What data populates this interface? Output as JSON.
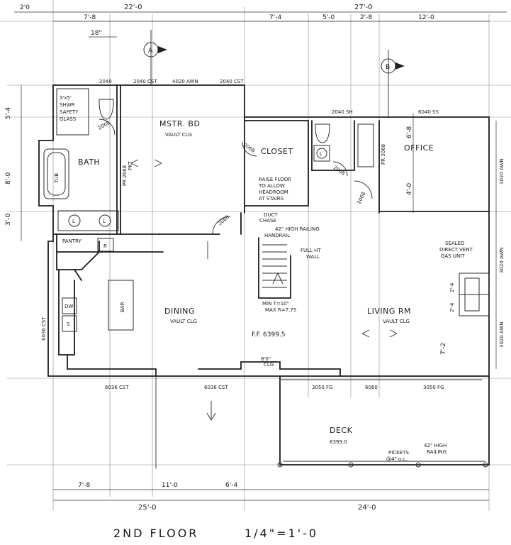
{
  "rooms": {
    "master_bedroom": {
      "name": "MSTR. BD",
      "note": "VAULT CLG"
    },
    "bath": "BATH",
    "closet": "CLOSET",
    "office": "OFFICE",
    "pantry": "PANTRY",
    "dining": {
      "name": "DINING",
      "note": "VAULT CLG"
    },
    "living": {
      "name": "LIVING RM",
      "note": "VAULT CLG"
    },
    "deck": {
      "name": "DECK",
      "elevation": "6399.0"
    }
  },
  "fixtures": {
    "tub": "TUB",
    "shower_note": [
      "3'x5'",
      "SHWR",
      "SAFETY",
      "GLASS"
    ],
    "dw": "DW",
    "range_mark": "R",
    "cooktop": "S",
    "island": "BAR"
  },
  "notes": {
    "raise_floor": [
      "RAISE FLOOR",
      "TO ALLOW",
      "HEADROOM",
      "AT STAIRS"
    ],
    "duct_chase": [
      "DUCT",
      "CHASE"
    ],
    "railing_42": [
      "42\" HIGH RAILING",
      "HANDRAIL"
    ],
    "full_ht_wall": [
      "FULL HT",
      "WALL"
    ],
    "stair_spec": [
      "MIN T=10\"",
      "MAX R=7.75"
    ],
    "floor_elev": "F.F. 6399.5",
    "opening": [
      "8'0\"",
      "CLG"
    ],
    "sealed_unit": [
      "SEALED",
      "DIRECT VENT",
      "GAS UNIT"
    ],
    "pickets": [
      "PICKETS",
      "@4\" o.c."
    ],
    "deck_railing": [
      "42\" HIGH",
      "RAILING"
    ]
  },
  "windows": {
    "w_2040_bath": "2040",
    "w_2040_cst": "2040 CST",
    "w_4020_awn": "4020 AWN",
    "w_2040_cst2": "2040 CST",
    "w_2040_sh": "2040 SH",
    "w_6040_ss": "6040 SS",
    "w_3020_awn_office": "3020 AWN",
    "w_3020_awn_liv1": "3020 AWN",
    "w_3020_awn_liv2": "3020 AWN",
    "w_6036_cst_left": "6036 CST",
    "w_6036_cst_mid": "6036 CST",
    "w_3050_fg1": "3050 FG",
    "w_6060": "6060",
    "w_3050_fg2": "3050 FG",
    "w_6036_cst_west": "6036 CST"
  },
  "doors": {
    "d_2068_bath": "2068",
    "d_2068_pkt": [
      "PR 2668",
      "PKT"
    ],
    "d_2068_closet": "2068",
    "d_2068_mstr": "2068",
    "d_2068_laundry": "2068",
    "d_2068_office": "2068",
    "d_pr3068": "PR 3068"
  },
  "dimensions": {
    "top_left_small": "2'0",
    "top_left": "22'-0",
    "top_right": "27'-0",
    "seg_7_8_top": "7'-8",
    "seg_18": "18\"",
    "seg_7_4": "7'-4",
    "seg_5_0": "5'-0",
    "seg_2_8": "2'-8",
    "seg_12_0": "12'-0",
    "left_5_4": "5'-4",
    "left_8_0": "8'-0",
    "left_3_0": "3'-0",
    "office_6_8": "6'-8",
    "office_4_0": "4'-0",
    "right_2_4a": "2'-4",
    "right_2_4b": "2'-4",
    "right_7_2": "7'-2",
    "bot_7_8": "7'-8",
    "bot_11_0": "11'-0",
    "bot_6_4": "6'-4",
    "bot_25_0": "25'-0",
    "bot_24_0": "24'-0"
  },
  "section_markers": [
    "A",
    "B"
  ],
  "title": {
    "text": "2ND FLOOR",
    "scale": "1/4\"=1'-0"
  }
}
